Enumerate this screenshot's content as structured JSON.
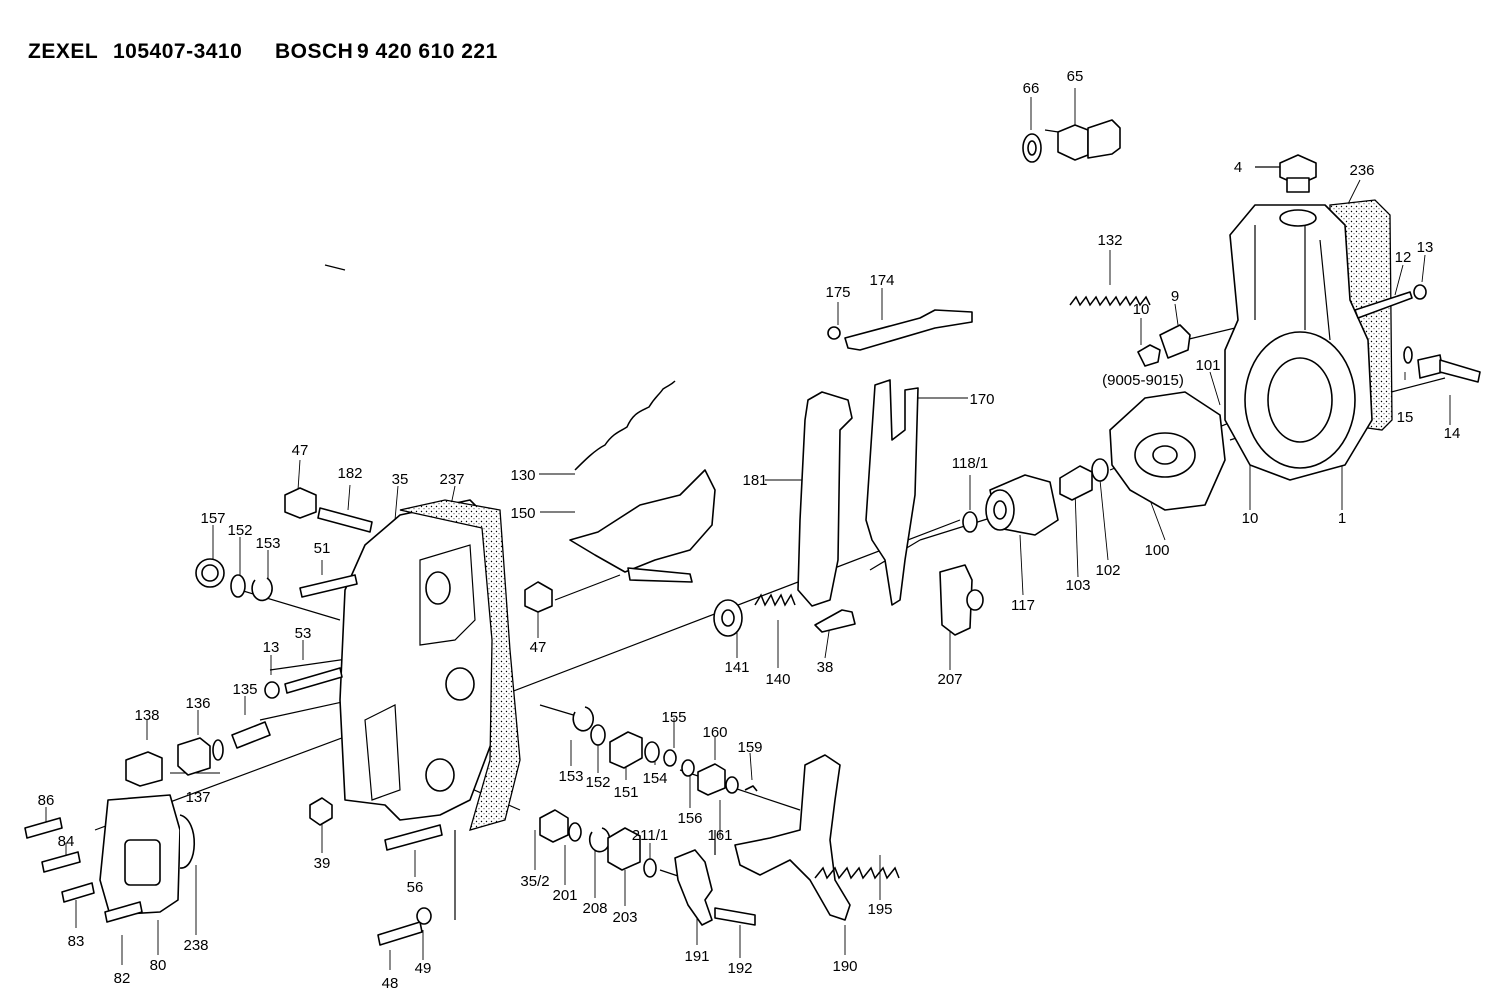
{
  "header": {
    "zexel_label": "ZEXEL",
    "zexel_number": "105407-3410",
    "bosch_label": "BOSCH",
    "bosch_number": "9 420 610 221"
  },
  "callouts": [
    {
      "id": "66",
      "text": "66"
    },
    {
      "id": "65",
      "text": "65"
    },
    {
      "id": "4",
      "text": "4"
    },
    {
      "id": "236",
      "text": "236"
    },
    {
      "id": "132",
      "text": "132"
    },
    {
      "id": "12",
      "text": "12"
    },
    {
      "id": "13a",
      "text": "13"
    },
    {
      "id": "175",
      "text": "175"
    },
    {
      "id": "174",
      "text": "174"
    },
    {
      "id": "10a",
      "text": "10"
    },
    {
      "id": "9",
      "text": "9"
    },
    {
      "id": "9005",
      "text": "(9005-9015)"
    },
    {
      "id": "101",
      "text": "101"
    },
    {
      "id": "15",
      "text": "15"
    },
    {
      "id": "14",
      "text": "14"
    },
    {
      "id": "170",
      "text": "170"
    },
    {
      "id": "181",
      "text": "181"
    },
    {
      "id": "130",
      "text": "130"
    },
    {
      "id": "118_1",
      "text": "118/1"
    },
    {
      "id": "10b",
      "text": "10"
    },
    {
      "id": "1",
      "text": "1"
    },
    {
      "id": "100",
      "text": "100"
    },
    {
      "id": "102",
      "text": "102"
    },
    {
      "id": "103",
      "text": "103"
    },
    {
      "id": "117",
      "text": "117"
    },
    {
      "id": "207",
      "text": "207"
    },
    {
      "id": "47a",
      "text": "47"
    },
    {
      "id": "182",
      "text": "182"
    },
    {
      "id": "35",
      "text": "35"
    },
    {
      "id": "237",
      "text": "237"
    },
    {
      "id": "150",
      "text": "150"
    },
    {
      "id": "157",
      "text": "157"
    },
    {
      "id": "152a",
      "text": "152"
    },
    {
      "id": "153a",
      "text": "153"
    },
    {
      "id": "51",
      "text": "51"
    },
    {
      "id": "47b",
      "text": "47"
    },
    {
      "id": "141",
      "text": "141"
    },
    {
      "id": "140",
      "text": "140"
    },
    {
      "id": "38",
      "text": "38"
    },
    {
      "id": "13b",
      "text": "13"
    },
    {
      "id": "53",
      "text": "53"
    },
    {
      "id": "135",
      "text": "135"
    },
    {
      "id": "138",
      "text": "138"
    },
    {
      "id": "136",
      "text": "136"
    },
    {
      "id": "137",
      "text": "137"
    },
    {
      "id": "155",
      "text": "155"
    },
    {
      "id": "160",
      "text": "160"
    },
    {
      "id": "159",
      "text": "159"
    },
    {
      "id": "153b",
      "text": "153"
    },
    {
      "id": "152b",
      "text": "152"
    },
    {
      "id": "151",
      "text": "151"
    },
    {
      "id": "154",
      "text": "154"
    },
    {
      "id": "156",
      "text": "156"
    },
    {
      "id": "161",
      "text": "161"
    },
    {
      "id": "86",
      "text": "86"
    },
    {
      "id": "84",
      "text": "84"
    },
    {
      "id": "39",
      "text": "39"
    },
    {
      "id": "56",
      "text": "56"
    },
    {
      "id": "35_2",
      "text": "35/2"
    },
    {
      "id": "201",
      "text": "201"
    },
    {
      "id": "208",
      "text": "208"
    },
    {
      "id": "203",
      "text": "203"
    },
    {
      "id": "211_1",
      "text": "211/1"
    },
    {
      "id": "195",
      "text": "195"
    },
    {
      "id": "83",
      "text": "83"
    },
    {
      "id": "80",
      "text": "80"
    },
    {
      "id": "238",
      "text": "238"
    },
    {
      "id": "82",
      "text": "82"
    },
    {
      "id": "48",
      "text": "48"
    },
    {
      "id": "49",
      "text": "49"
    },
    {
      "id": "191",
      "text": "191"
    },
    {
      "id": "192",
      "text": "192"
    },
    {
      "id": "190",
      "text": "190"
    }
  ]
}
